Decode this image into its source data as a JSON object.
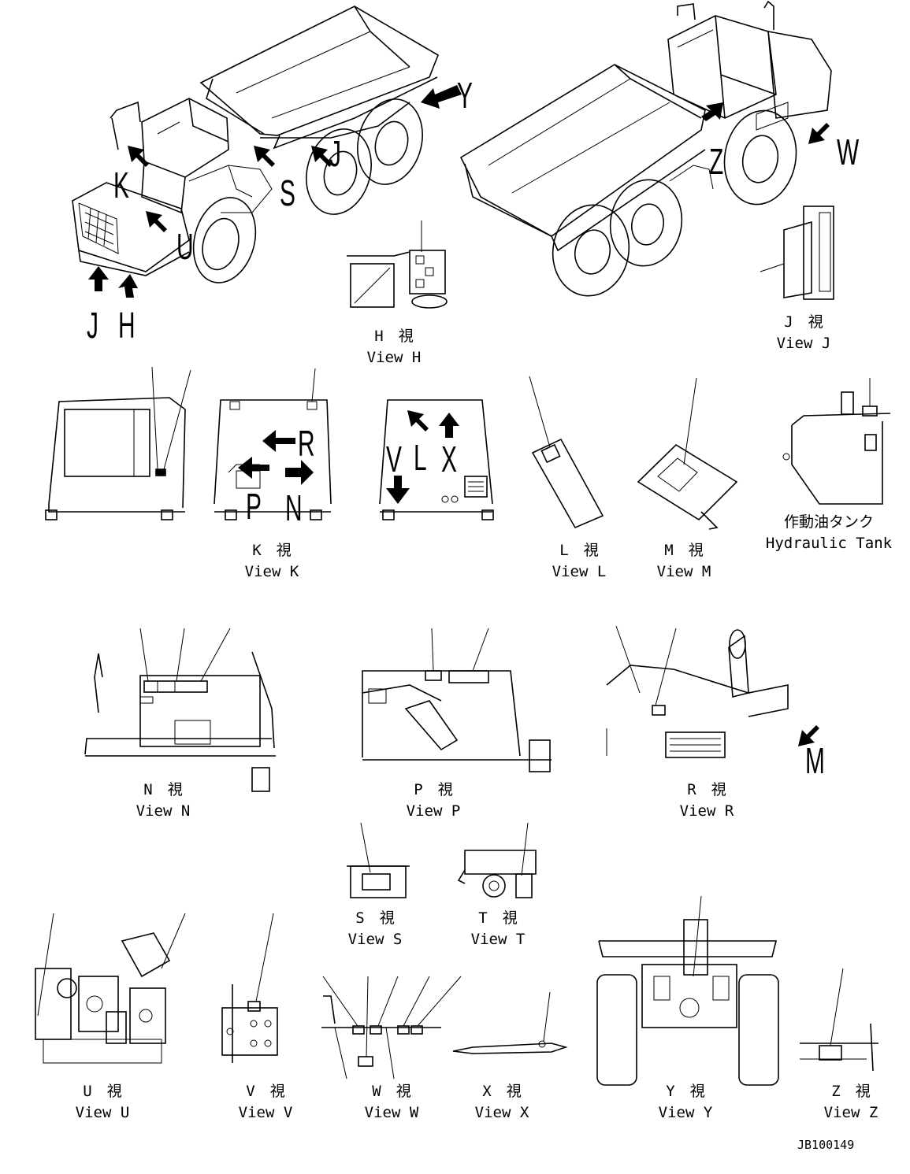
{
  "views": {
    "h": {
      "jp": "H　視",
      "en": "View H"
    },
    "j": {
      "jp": "J　視",
      "en": "View J"
    },
    "k": {
      "jp": "K　視",
      "en": "View K"
    },
    "l": {
      "jp": "L　視",
      "en": "View L"
    },
    "m": {
      "jp": "M　視",
      "en": "View M"
    },
    "tank": {
      "jp": "作動油タンク",
      "en": "Hydraulic Tank"
    },
    "n": {
      "jp": "N　視",
      "en": "View N"
    },
    "p": {
      "jp": "P　視",
      "en": "View P"
    },
    "r": {
      "jp": "R　視",
      "en": "View R"
    },
    "s": {
      "jp": "S　視",
      "en": "View S"
    },
    "t": {
      "jp": "T　視",
      "en": "View T"
    },
    "u": {
      "jp": "U　視",
      "en": "View U"
    },
    "v": {
      "jp": "V　視",
      "en": "View V"
    },
    "w": {
      "jp": "W　視",
      "en": "View W"
    },
    "x": {
      "jp": "X　視",
      "en": "View X"
    },
    "y": {
      "jp": "Y　視",
      "en": "View Y"
    },
    "z": {
      "jp": "Z　視",
      "en": "View Z"
    }
  },
  "callouts": {
    "y": "Y",
    "k": "K",
    "j_cab": "J",
    "s": "S",
    "u": "U",
    "j_front": "J",
    "h": "H",
    "z": "Z",
    "w": "W",
    "r": "R",
    "p": "P",
    "n": "N",
    "v": "V",
    "l": "L",
    "x": "X",
    "m": "M"
  },
  "drawing_code": "JB100149"
}
